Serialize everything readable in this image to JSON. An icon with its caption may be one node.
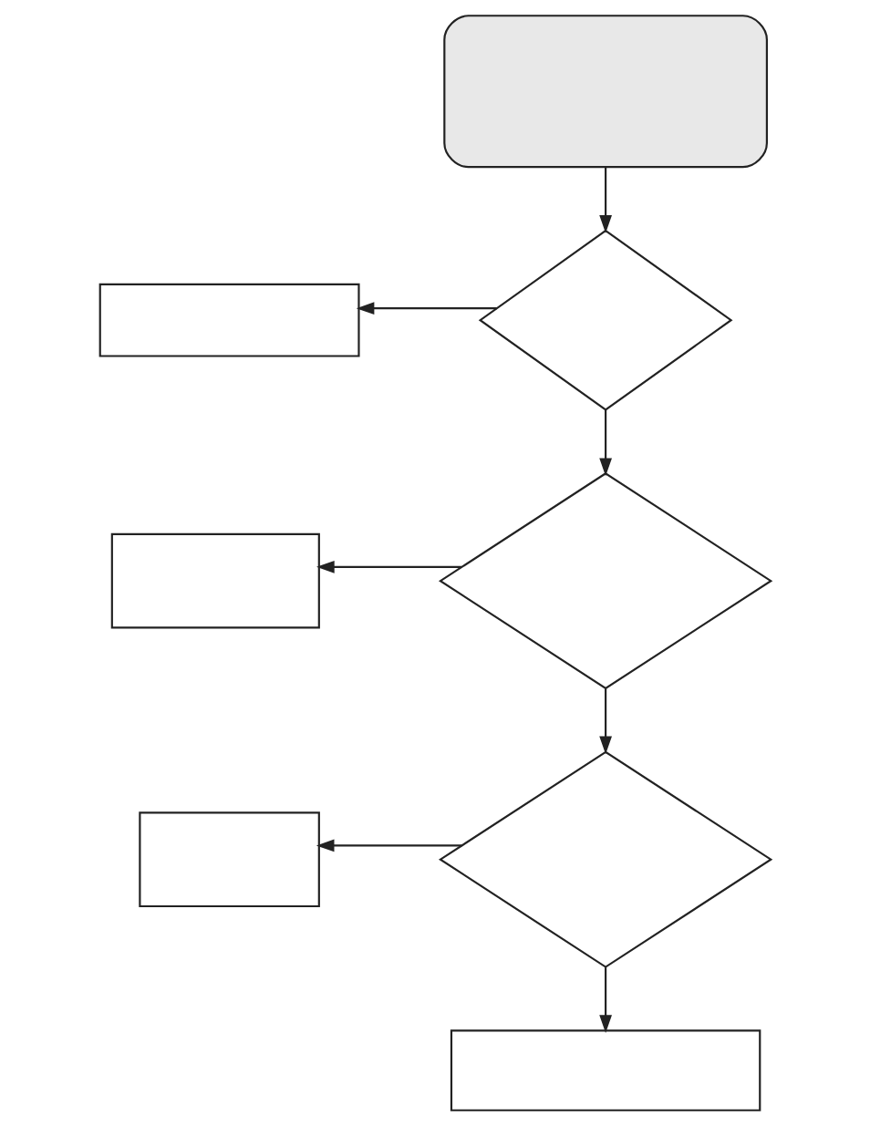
{
  "diagram": {
    "nodes": [
      {
        "text": [],
        "shape": "box"
      },
      {
        "text": [],
        "shape": "diamond"
      },
      {
        "text": [],
        "shape": "box"
      },
      {
        "text": [],
        "shape": "diamond"
      },
      {
        "text": [],
        "shape": "box"
      },
      {
        "text": [],
        "shape": "diamond"
      },
      {
        "text": [],
        "shape": "box"
      },
      {
        "text": [],
        "shape": "box"
      }
    ],
    "edges": [
      {
        "from": 0,
        "to": 1,
        "arrow": "to"
      },
      {
        "from": 1,
        "to": 2,
        "arrow": "to"
      },
      {
        "from": 1,
        "to": 3,
        "arrow": "to"
      },
      {
        "from": 3,
        "to": 4,
        "arrow": "to"
      },
      {
        "from": 3,
        "to": 5,
        "arrow": "to"
      },
      {
        "from": 5,
        "to": 6,
        "arrow": "to"
      },
      {
        "from": 5,
        "to": 7,
        "arrow": "to"
      }
    ]
  }
}
